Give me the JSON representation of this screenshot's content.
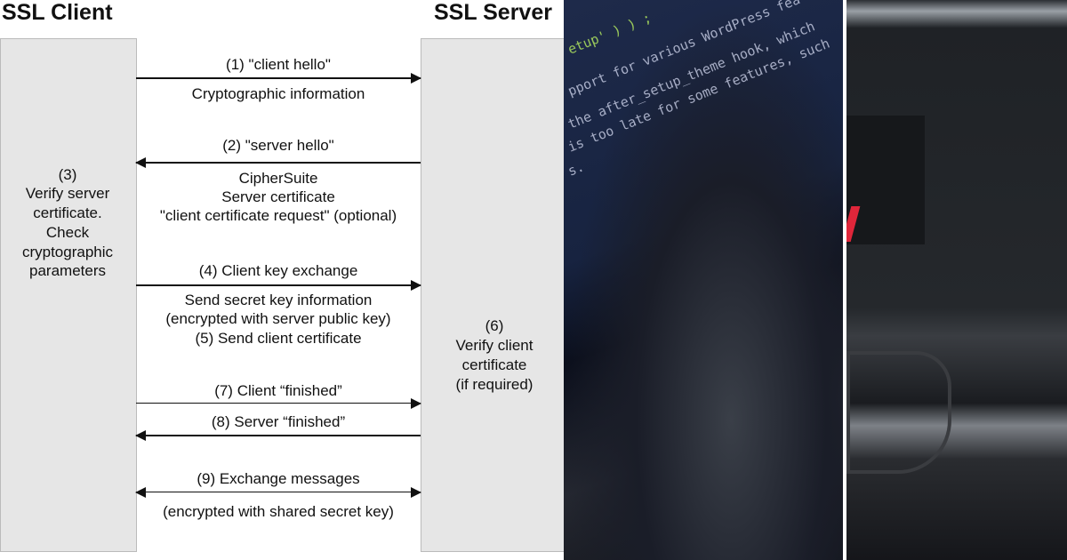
{
  "diagram": {
    "client_title": "SSL Client",
    "server_title": "SSL Server",
    "client_note": [
      "(3)",
      "Verify server",
      "certificate.",
      "Check",
      "cryptographic",
      "parameters"
    ],
    "server_note": [
      "(6)",
      "Verify client",
      "certificate",
      "(if required)"
    ],
    "messages": [
      {
        "label": "(1) \"client hello\"",
        "details": [
          "Cryptographic information"
        ],
        "direction": "client-to-server"
      },
      {
        "label": "(2) \"server hello\"",
        "details": [
          "CipherSuite",
          "Server certificate",
          "\"client certificate request\" (optional)"
        ],
        "direction": "server-to-client"
      },
      {
        "label": "(4) Client key exchange",
        "details": [
          "Send secret key information",
          "(encrypted with server public key)",
          "(5) Send client certificate"
        ],
        "direction": "client-to-server"
      },
      {
        "label": "(7) Client “finished”",
        "details": [],
        "direction": "client-to-server"
      },
      {
        "label": "(8) Server “finished”",
        "details": [],
        "direction": "server-to-client"
      },
      {
        "label": "(9) Exchange messages",
        "details": [
          "(encrypted with shared secret key)"
        ],
        "direction": "bidirectional"
      }
    ]
  },
  "photos": {
    "laptop_code": [
      "etup' ) ) ;",
      "pport for various WordPress fea",
      "the after_setup_theme hook, which",
      "is too late for some features, such",
      "s."
    ],
    "accent_color": "#e0263a"
  }
}
